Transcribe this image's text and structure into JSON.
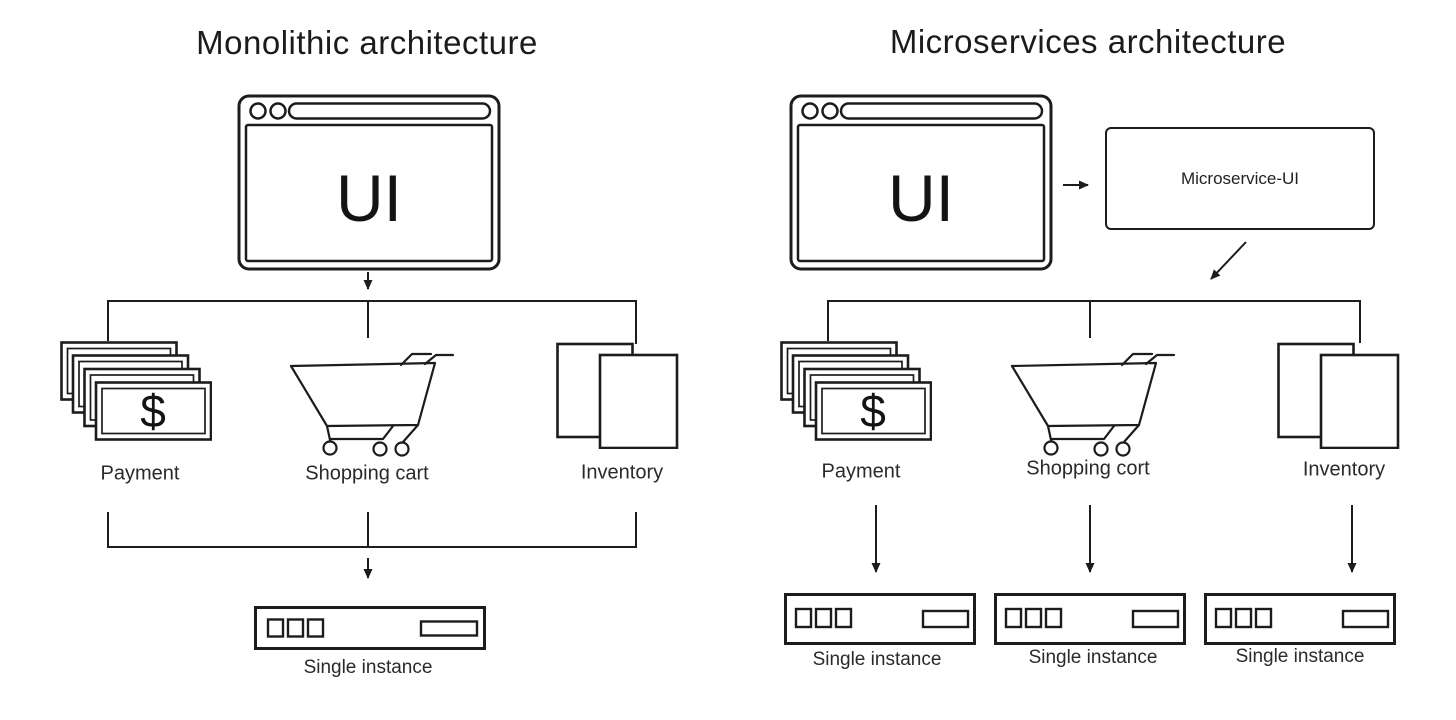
{
  "colors": {
    "stroke": "#1c1c1c",
    "text": "#1e1e1e",
    "background": "#ffffff"
  },
  "left": {
    "title": "Monolithic architecture",
    "browser": {
      "ui_label": "UI"
    },
    "services": [
      {
        "label": "Payment",
        "icon": "money-bills-icon",
        "symbol": "$"
      },
      {
        "label": "Shopping cart",
        "icon": "shopping-cart-icon"
      },
      {
        "label": "Inventory",
        "icon": "documents-icon"
      }
    ],
    "instances": [
      {
        "label": "Single instance",
        "icon": "server-icon"
      }
    ]
  },
  "right": {
    "title": "Microservices architecture",
    "browser": {
      "ui_label": "UI"
    },
    "microservice_ui": {
      "label": "Microservice-UI"
    },
    "services": [
      {
        "label": "Payment",
        "icon": "money-bills-icon",
        "symbol": "$"
      },
      {
        "label": "Shopping cort",
        "icon": "shopping-cart-icon"
      },
      {
        "label": "Inventory",
        "icon": "documents-icon"
      }
    ],
    "instances": [
      {
        "label": "Single instance",
        "icon": "server-icon"
      },
      {
        "label": "Single instance",
        "icon": "server-icon"
      },
      {
        "label": "Single instance",
        "icon": "server-icon"
      }
    ]
  }
}
